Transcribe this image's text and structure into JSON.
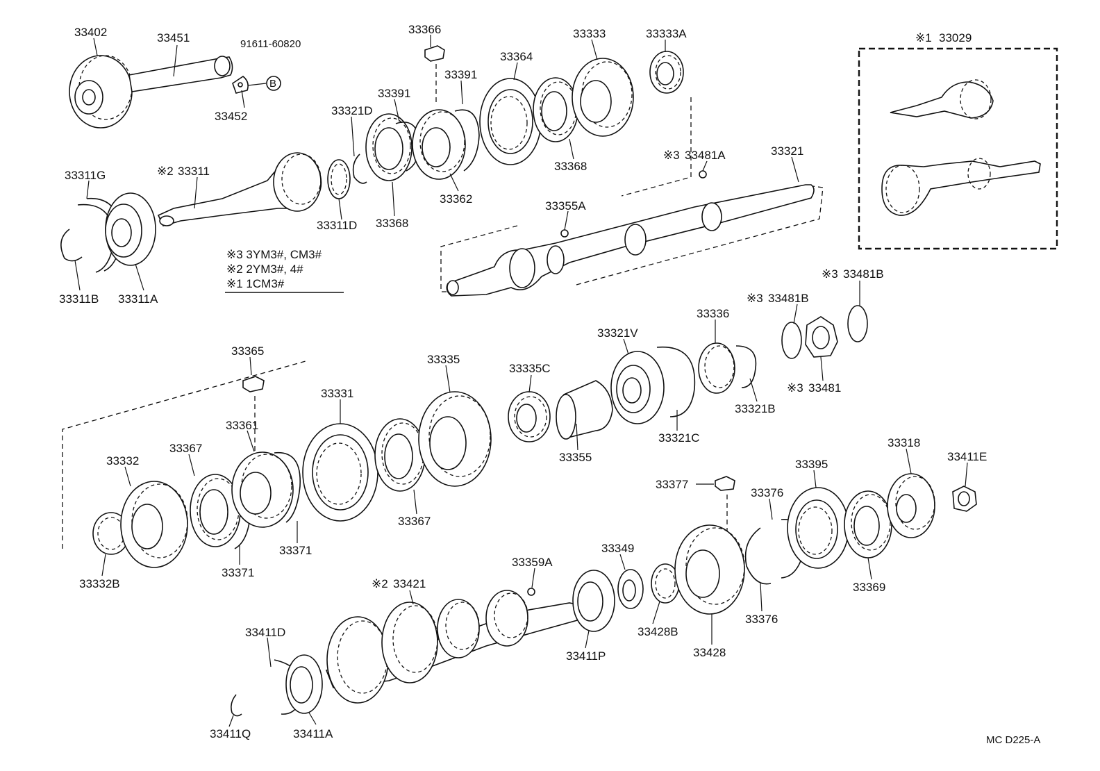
{
  "parts": {
    "p33402": "33402",
    "p33451": "33451",
    "p91611": "91611-60820",
    "pB": "B",
    "p33452": "33452",
    "p33366": "33366",
    "p33391a": "33391",
    "p33391b": "33391",
    "p33364": "33364",
    "p33333": "33333",
    "p33333A": "33333A",
    "p33321D": "33321D",
    "p33311G": "33311G",
    "p33311": "33311",
    "p33311D": "33311D",
    "p33368a": "33368",
    "p33362": "33362",
    "p33368b": "33368",
    "p33481A": "33481A",
    "p33321": "33321",
    "p33355A": "33355A",
    "p33311B": "33311B",
    "p33311A": "33311A",
    "p33029": "33029",
    "p33481Ba": "33481B",
    "p33481Bb": "33481B",
    "p33336": "33336",
    "p33321V": "33321V",
    "p33365": "33365",
    "p33335": "33335",
    "p33335C": "33335C",
    "p33481": "33481",
    "p33331": "33331",
    "p33321B": "33321B",
    "p33361": "33361",
    "p33321C": "33321C",
    "p33367a": "33367",
    "p33355": "33355",
    "p33318": "33318",
    "p33411E": "33411E",
    "p33332": "33332",
    "p33395": "33395",
    "p33377": "33377",
    "p33376a": "33376",
    "p33367b": "33367",
    "p33371a": "33371",
    "p33371b": "33371",
    "p33349": "33349",
    "p33359A": "33359A",
    "p33369": "33369",
    "p33332B": "33332B",
    "p33421": "33421",
    "p33376b": "33376",
    "p33428B": "33428B",
    "p33428": "33428",
    "p33411D": "33411D",
    "p33411P": "33411P",
    "p33411Q": "33411Q",
    "p33411A": "33411A"
  },
  "marks": {
    "m3_33481A": "※3",
    "m2_33311": "※2",
    "m1_33029": "※1",
    "m3_33481Ba": "※3",
    "m3_33481Bb": "※3",
    "m3_33481": "※3",
    "m2_33421": "※2"
  },
  "legend": {
    "row1": "※3 3YM3#, CM3#",
    "row2": "※2 2YM3#, 4#",
    "row3": "※1 1CM3#"
  },
  "diagram_code": "MC  D225-A"
}
